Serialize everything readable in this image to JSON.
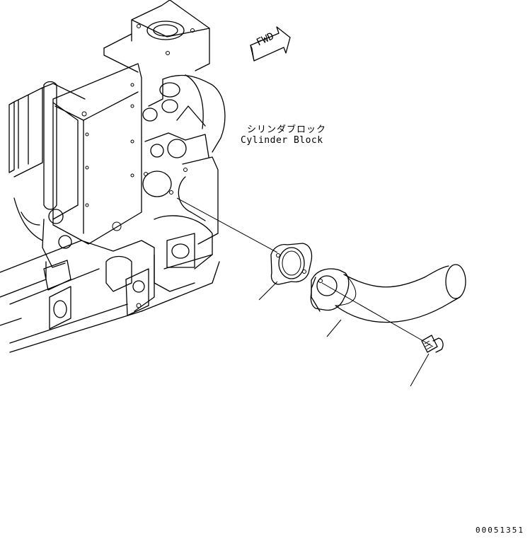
{
  "direction_marker": {
    "text": "FWD"
  },
  "part_label": {
    "japanese": "シリンダブロック",
    "english": "Cylinder Block"
  },
  "drawing_number": "00051351",
  "colors": {
    "line": "#000000",
    "background": "#ffffff"
  }
}
